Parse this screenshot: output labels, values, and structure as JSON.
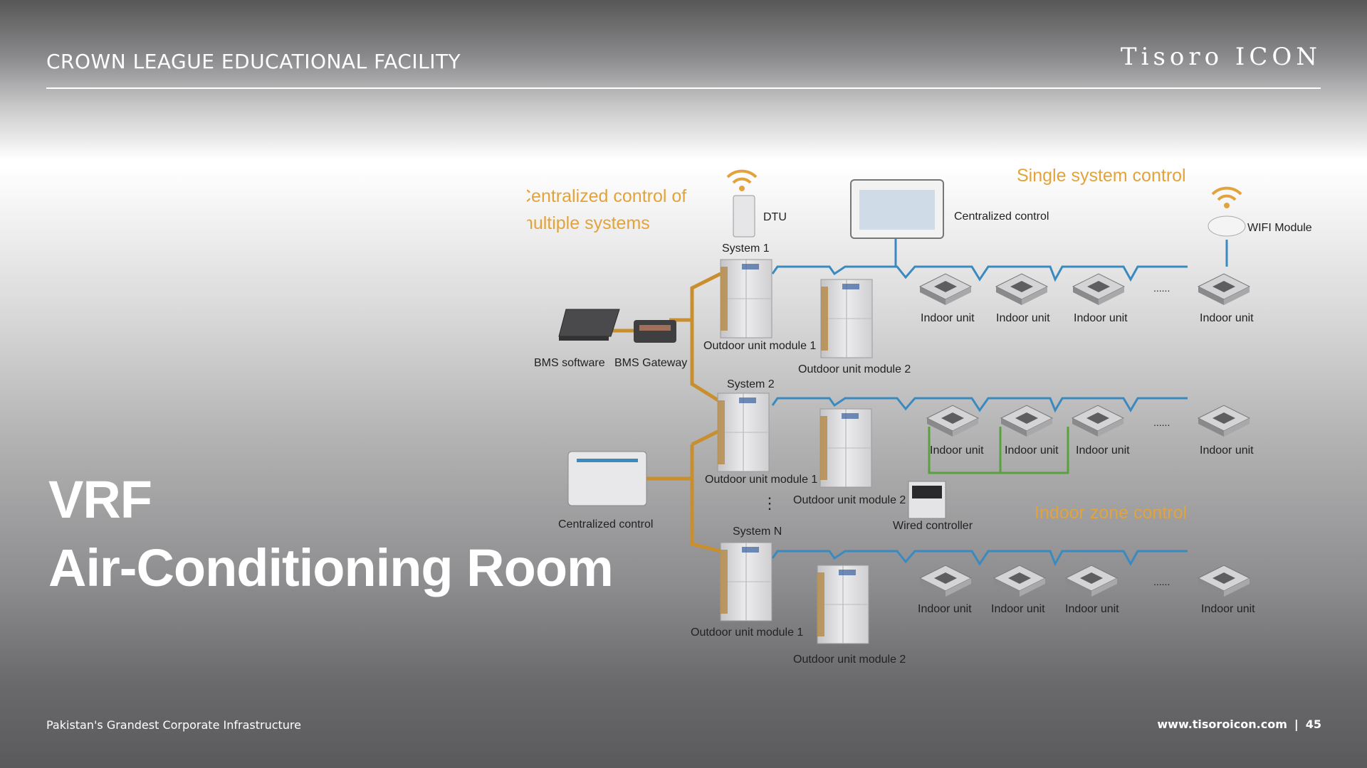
{
  "header": {
    "title": "CROWN LEAGUE EDUCATIONAL FACILITY",
    "brand": "Tisoro ICON"
  },
  "slide": {
    "title_line1": "VRF",
    "title_line2": "Air-Conditioning Room"
  },
  "footer": {
    "tagline": "Pakistan's Grandest Corporate Infrastructure",
    "website": "www.tisoroicon.com",
    "page_number": "45"
  },
  "diagram": {
    "headings": {
      "centralized_line1": "Centralized control of",
      "centralized_line2": "multiple systems",
      "single_system": "Single system control",
      "indoor_zone": "Indoor zone control"
    },
    "labels": {
      "dtu": "DTU",
      "centralized_control_top": "Centralized control",
      "wifi_module": "WIFI Module",
      "bms_software": "BMS software",
      "bms_gateway": "BMS Gateway",
      "centralized_control_left": "Centralized control",
      "wired_controller": "Wired controller",
      "ellipsis": "......",
      "vdots": "⋮"
    },
    "systems": [
      {
        "name": "System 1",
        "module1": "Outdoor unit module 1",
        "module2": "Outdoor unit module 2",
        "indoor_units": [
          "Indoor unit",
          "Indoor unit",
          "Indoor unit",
          "Indoor unit"
        ]
      },
      {
        "name": "System 2",
        "module1": "Outdoor unit module 1",
        "module2": "Outdoor unit module 2",
        "indoor_units": [
          "Indoor unit",
          "Indoor unit",
          "Indoor unit",
          "Indoor unit"
        ]
      },
      {
        "name": "System N",
        "module1": "Outdoor unit module 1",
        "module2": "Outdoor unit module 2",
        "indoor_units": [
          "Indoor unit",
          "Indoor unit",
          "Indoor unit",
          "Indoor unit"
        ]
      }
    ],
    "colors": {
      "orange": "#e2a33c",
      "trunk": "#c98f2f",
      "blue": "#3a8ac0",
      "green": "#58a13c",
      "unit_body": "#d8d8da",
      "label": "#222222"
    }
  }
}
